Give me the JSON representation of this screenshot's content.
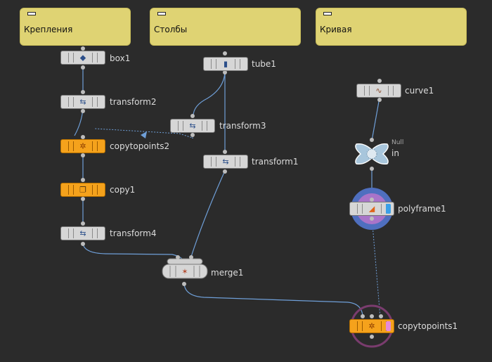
{
  "notes": [
    {
      "title": "Крепления"
    },
    {
      "title": "Столбы"
    },
    {
      "title": "Кривая"
    }
  ],
  "nodes": {
    "box1": {
      "label": "box1",
      "icon": "cube-icon"
    },
    "transform2": {
      "label": "transform2",
      "icon": "transform-icon"
    },
    "copytopoints2": {
      "label": "copytopoints2",
      "icon": "copy-to-points-icon"
    },
    "copy1": {
      "label": "copy1",
      "icon": "copy-icon"
    },
    "transform4": {
      "label": "transform4",
      "icon": "transform-icon"
    },
    "tube1": {
      "label": "tube1",
      "icon": "cylinder-icon"
    },
    "transform3": {
      "label": "transform3",
      "icon": "transform-icon"
    },
    "transform1": {
      "label": "transform1",
      "icon": "transform-icon"
    },
    "merge1": {
      "label": "merge1",
      "icon": "merge-icon"
    },
    "curve1": {
      "label": "curve1",
      "icon": "curve-icon"
    },
    "in": {
      "label": "in",
      "type": "Null",
      "icon": "null-icon"
    },
    "polyframe1": {
      "label": "polyframe1",
      "icon": "polyframe-icon"
    },
    "copytopoints1": {
      "label": "copytopoints1",
      "icon": "copy-to-points-icon"
    }
  },
  "colors": {
    "background": "#2b2b2b",
    "note": "#dfd373",
    "node": "#d6d6d6",
    "node_active": "#f5a21c",
    "wire": "#6f9fd8",
    "display_flag": "#3aa0e8",
    "template_flag": "#e58ad8",
    "template_ring": "#7a3c6e",
    "polyframe_ring_outer": "#4f6fbf",
    "polyframe_ring_inner": "#a974c9"
  }
}
